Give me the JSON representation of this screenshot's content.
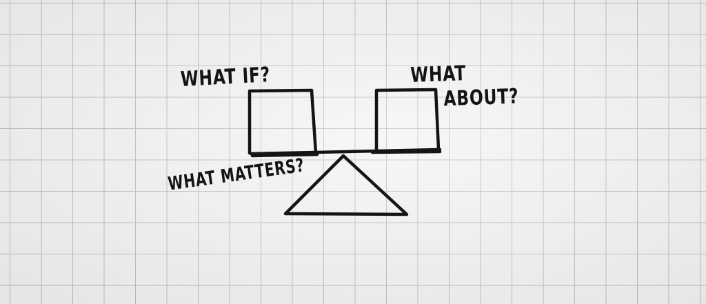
{
  "diagram": {
    "labels": {
      "what_if": "WHAT IF?",
      "what_about_line1": "WHAT",
      "what_about_line2": "ABOUT?",
      "what_matters": "WHAT MATTERS?"
    },
    "colors": {
      "ink": "#141414",
      "grid": "#b9b9b9",
      "paper": "#f3f3f3"
    }
  }
}
